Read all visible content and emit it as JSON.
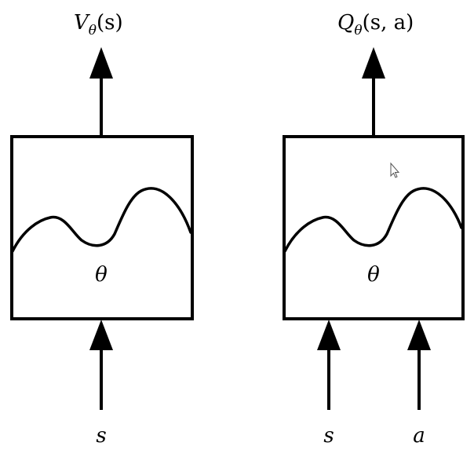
{
  "diagram": {
    "value_network": {
      "output_label": "Vθ(s)",
      "output_symbol": "V",
      "output_subscript": "θ",
      "output_args": "(s)",
      "parameter_label": "θ",
      "input_label": "s"
    },
    "q_network": {
      "output_label": "Qθ(s, a)",
      "output_symbol": "Q",
      "output_subscript": "θ",
      "output_args": "(s, a)",
      "parameter_label": "θ",
      "input_labels": [
        "s",
        "a"
      ]
    }
  },
  "colors": {
    "stroke": "#000000",
    "background": "#ffffff"
  },
  "icons": [
    "mouse-pointer-icon"
  ]
}
